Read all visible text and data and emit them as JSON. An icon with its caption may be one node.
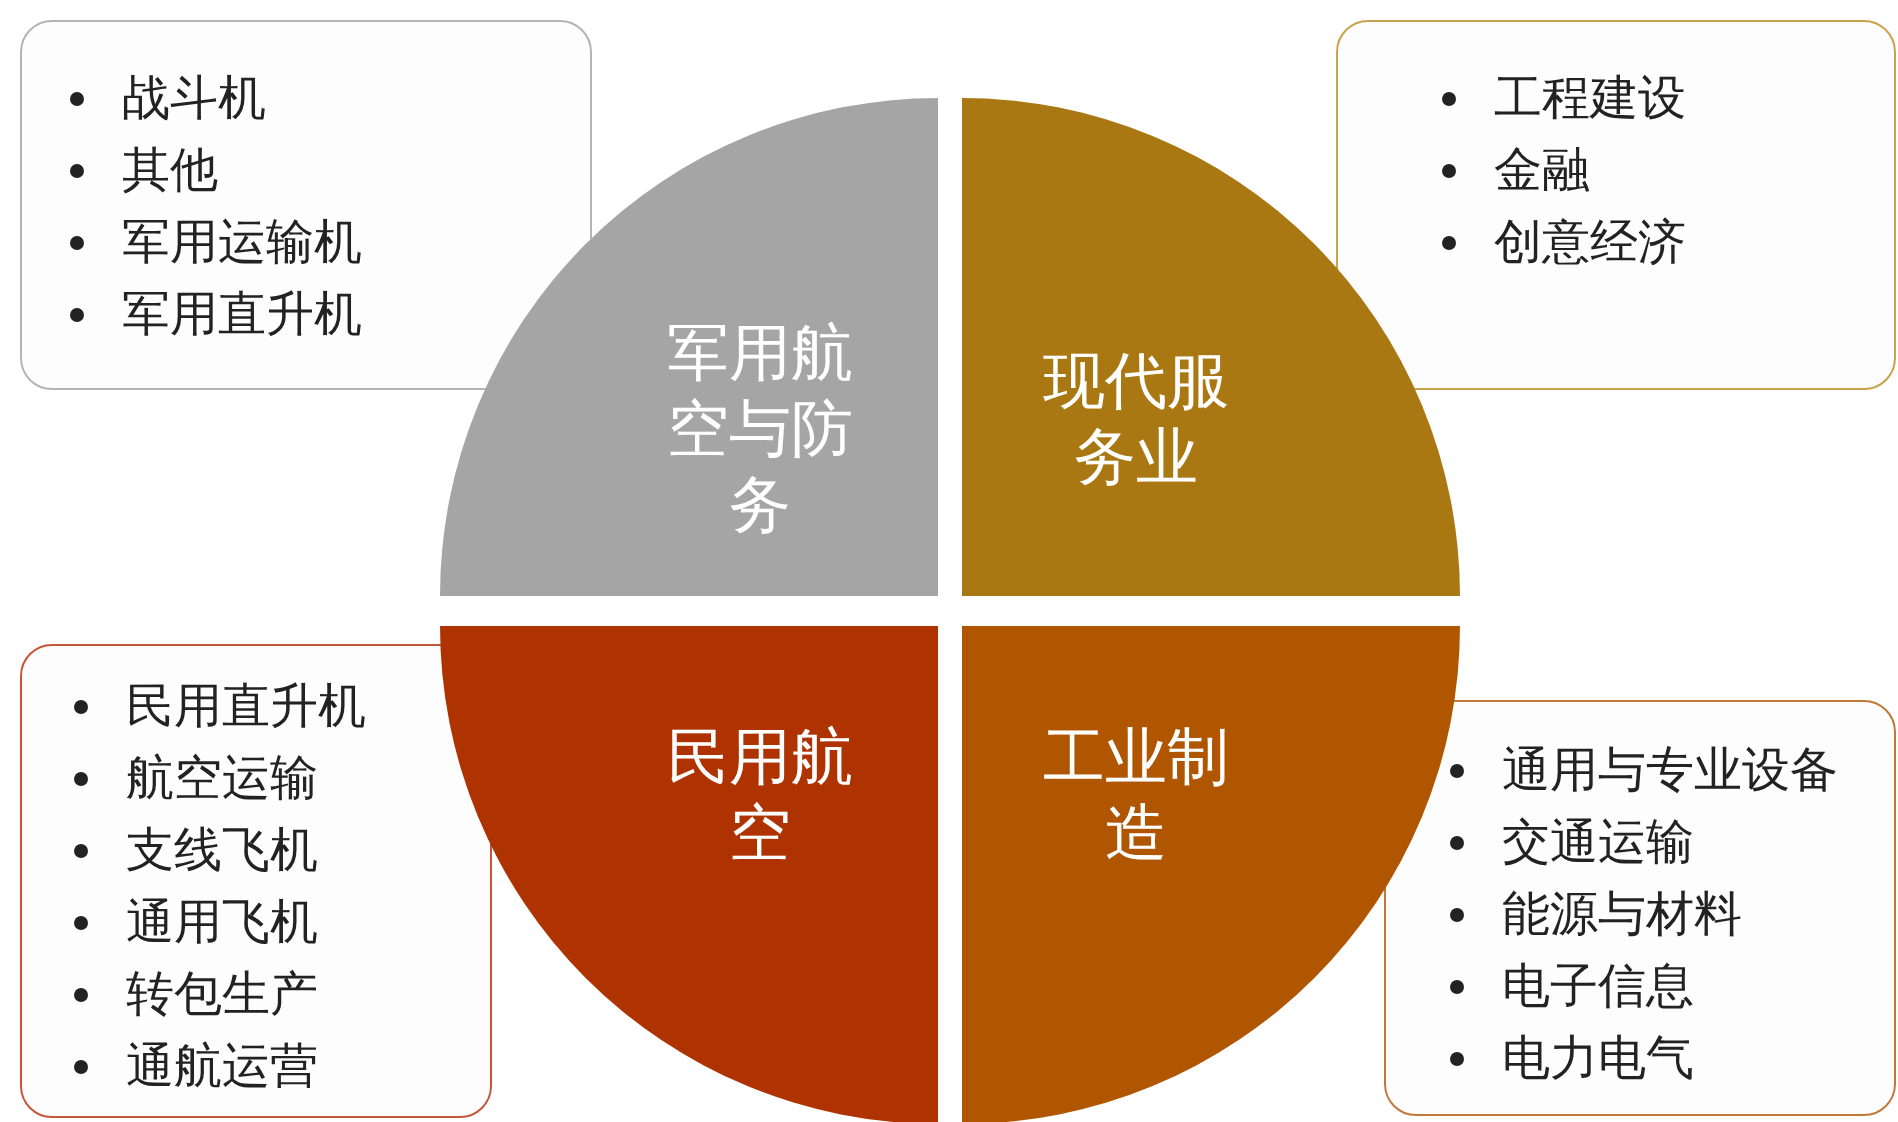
{
  "diagram": {
    "nodes": [
      {
        "text": [
          "战斗机",
          "其他",
          "军用运输机",
          "军用直升机"
        ]
      },
      {
        "text": [
          "工程建设",
          "金融",
          "创意经济"
        ]
      },
      {
        "text": [
          "民用直升机",
          "航空运输",
          "支线飞机",
          "通用飞机",
          "转包生产",
          "通航运营"
        ]
      },
      {
        "text": [
          "通用与专业设备",
          "交通运输",
          "能源与材料",
          "电子信息",
          "电力电气"
        ]
      },
      {
        "text": [
          "军用航空与防务"
        ]
      },
      {
        "text": [
          "现代服务业"
        ]
      },
      {
        "text": [
          "民用航空"
        ]
      },
      {
        "text": [
          "工业制造"
        ]
      }
    ]
  }
}
